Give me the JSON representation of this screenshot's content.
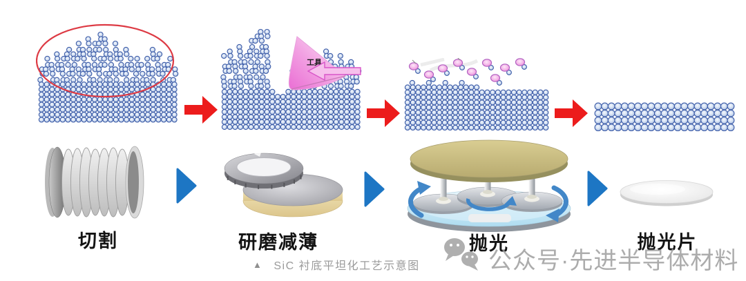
{
  "atomic_row": {
    "tool_label": "工具"
  },
  "process_stages": [
    {
      "label": "切割"
    },
    {
      "label": "研磨减薄"
    },
    {
      "label": "抛光"
    },
    {
      "label": "抛光片"
    }
  ],
  "figure_caption": {
    "marker": "▲",
    "text": "SiC 衬底平坦化工艺示意图"
  },
  "watermark": {
    "icon": "wechat-icon",
    "text": "公众号·先进半导体材料"
  },
  "colors": {
    "atom_stroke": "#3c5ca8",
    "red_arrow": "#ec1c1c",
    "blue_arrow": "#1d76c4",
    "red_ellipse": "#dd3a44",
    "tool_pink": "#ee7ad8",
    "molecule_outline": "#b060c0",
    "rotation_arrow_blue": "#4287c8",
    "platen_tan": "#c9bc7c",
    "platter_blue": "#bfe2f2",
    "wafer_cream": "#e8d6a0",
    "caption_gray": "#9b9b9b",
    "watermark_gray": "#9a9a9a"
  }
}
